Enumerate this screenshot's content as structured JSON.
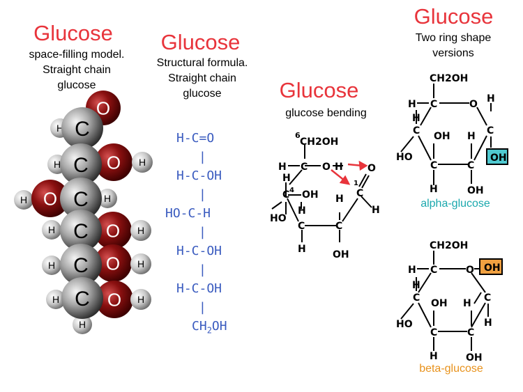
{
  "panel1": {
    "title": "Glucose",
    "subtitle_lines": [
      "space-filling model.",
      "Straight chain",
      "glucose"
    ],
    "atoms": {
      "carbon": "C",
      "oxygen": "O",
      "hydrogen": "H"
    }
  },
  "panel2": {
    "title": "Glucose",
    "subtitle_lines": [
      "Structural formula.",
      "Straight chain",
      "glucose"
    ],
    "formula_lines": [
      "H-C=O",
      "|",
      "H-C-OH",
      "|",
      "HO-C-H",
      "|",
      "H-C-OH",
      "|",
      "H-C-OH",
      "|",
      "CH2OH"
    ],
    "formula_color": "#3a5bbf"
  },
  "panel3": {
    "title": "Glucose",
    "subtitle": "glucose bending",
    "labels": {
      "c6": "6",
      "ch2oh": "CH2OH",
      "c5": "C",
      "o_link": "O",
      "h_link": "H",
      "o_carbonyl": "O",
      "c4_sup": "4",
      "c1_sup": "1",
      "h": "H",
      "ho": "HO",
      "oh": "OH",
      "c": "C"
    },
    "arrow_color": "#e8343b"
  },
  "panel4": {
    "title": "Glucose",
    "subtitle_lines": [
      "Two ring shape",
      "versions"
    ],
    "alpha": {
      "label": "alpha-glucose",
      "oh_box": "OH",
      "label_color": "#1aa8ad",
      "box_color": "#4fc9d0"
    },
    "beta": {
      "label": "beta-glucose",
      "oh_box": "OH",
      "label_color": "#e8921c",
      "box_color": "#f0a040"
    },
    "ring_labels": {
      "ch2oh": "CH2OH",
      "h": "H",
      "c": "C",
      "o": "O",
      "oh": "OH",
      "ho": "HO"
    }
  }
}
